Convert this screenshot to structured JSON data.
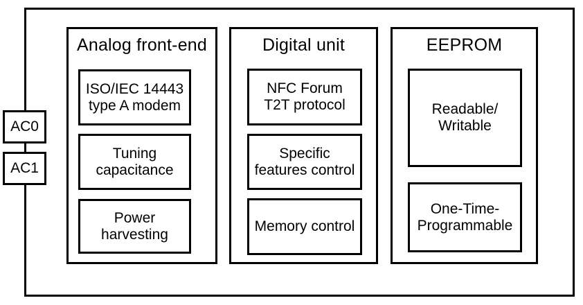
{
  "diagram": {
    "type": "block-diagram",
    "description": "NFC tag IC architecture block diagram",
    "colors": {
      "line": "#000000",
      "background": "#ffffff",
      "text": "#000000"
    },
    "pins": [
      {
        "label": "AC0"
      },
      {
        "label": "AC1"
      }
    ],
    "sections": [
      {
        "title": "Analog front-end",
        "blocks": [
          {
            "label": "ISO/IEC 14443\ntype A modem"
          },
          {
            "label": "Tuning\ncapacitance"
          },
          {
            "label": "Power\nharvesting"
          }
        ]
      },
      {
        "title": "Digital unit",
        "blocks": [
          {
            "label": "NFC Forum\nT2T protocol"
          },
          {
            "label": "Specific\nfeatures control"
          },
          {
            "label": "Memory control"
          }
        ]
      },
      {
        "title": "EEPROM",
        "blocks": [
          {
            "label": "Readable/\nWritable"
          },
          {
            "label": "One-Time-\nProgrammable"
          }
        ]
      }
    ]
  }
}
